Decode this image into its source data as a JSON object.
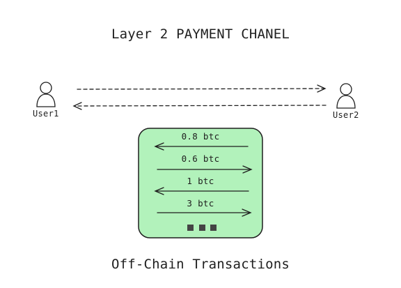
{
  "title": "Layer 2 PAYMENT CHANEL",
  "caption": "Off-Chain Transactions",
  "users": [
    {
      "label": "User1"
    },
    {
      "label": "User2"
    }
  ],
  "transactions": [
    {
      "amount": "0.8 btc",
      "direction": "left"
    },
    {
      "amount": "0.6 btc",
      "direction": "right"
    },
    {
      "amount": "1 btc",
      "direction": "left"
    },
    {
      "amount": "3 btc",
      "direction": "right"
    }
  ],
  "colors": {
    "box_fill": "#b2f2bb",
    "stroke": "#1e1e1e"
  }
}
